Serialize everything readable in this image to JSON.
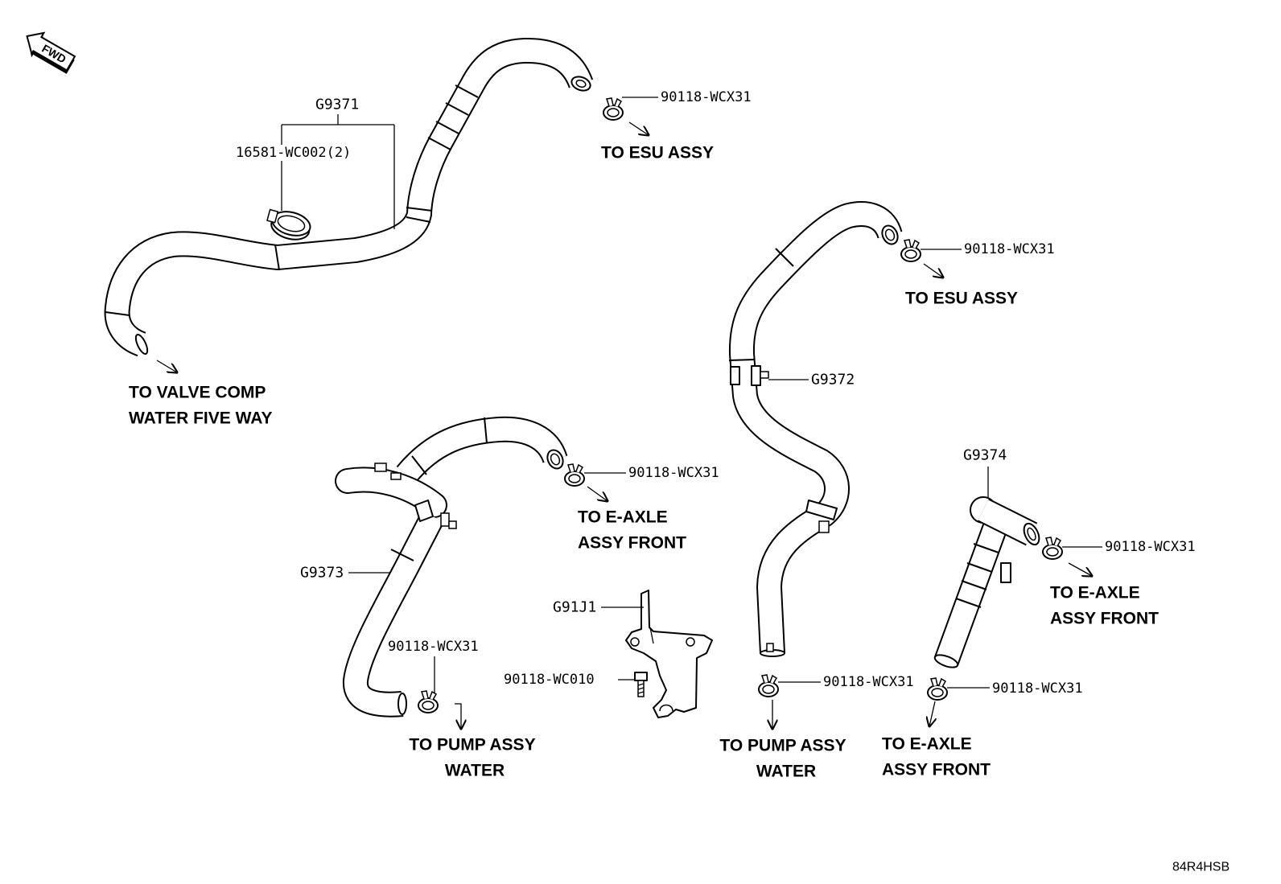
{
  "fwd_label": "FWD",
  "parts": {
    "g9371": "G9371",
    "g9372": "G9372",
    "g9373": "G9373",
    "g9374": "G9374",
    "g91j1": "G91J1",
    "clamp": "16581-WC002(2)",
    "bolt": "90118-WC010"
  },
  "clips": [
    "90118-WCX31",
    "90118-WCX31",
    "90118-WCX31",
    "90118-WCX31",
    "90118-WCX31",
    "90118-WCX31",
    "90118-WCX31"
  ],
  "destinations": [
    {
      "line1": "TO ESU ASSY"
    },
    {
      "line1": "TO VALVE COMP",
      "line2": "WATER FIVE WAY"
    },
    {
      "line1": "TO ESU ASSY"
    },
    {
      "line1": "TO E-AXLE",
      "line2": "ASSY FRONT"
    },
    {
      "line1": "TO E-AXLE",
      "line2": "ASSY FRONT"
    },
    {
      "line1": "TO PUMP ASSY",
      "line2": "WATER"
    },
    {
      "line1": "TO PUMP ASSY",
      "line2": "WATER"
    },
    {
      "line1": "TO E-AXLE",
      "line2": "ASSY FRONT"
    }
  ],
  "ref_code": "84R4HSB"
}
